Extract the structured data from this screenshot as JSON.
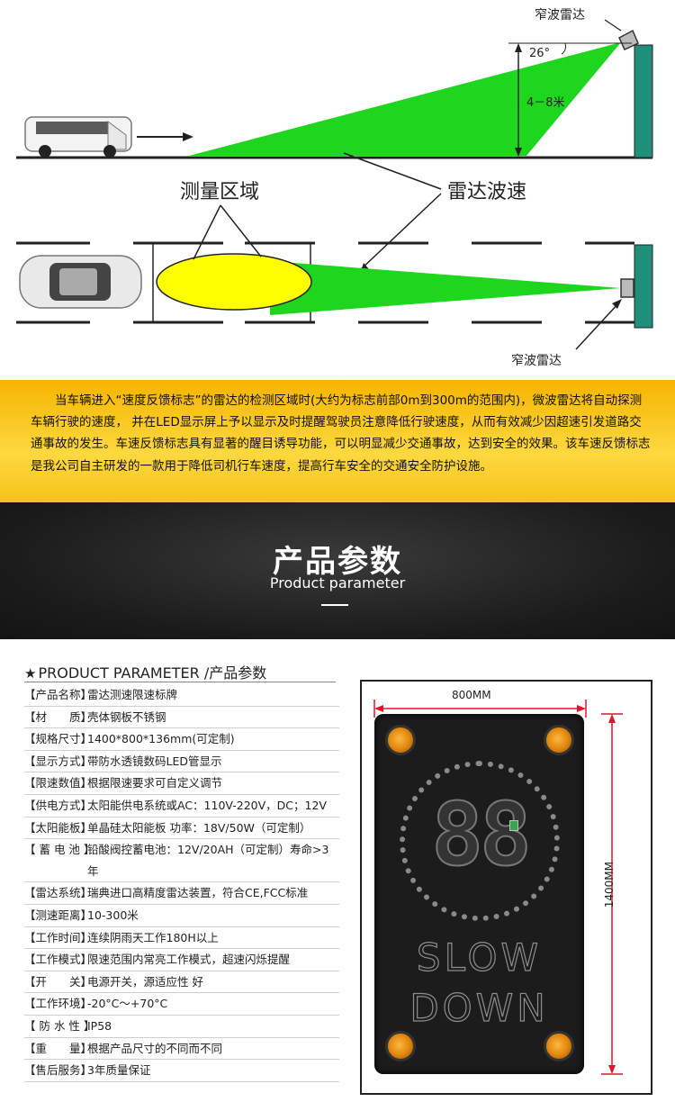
{
  "diagram": {
    "radar_label_top": "窄波雷达",
    "angle_label": "26°",
    "height_label": "4－8米",
    "measure_zone_label": "测量区域",
    "radar_wave_label": "雷达波速",
    "radar_label_bottom": "窄波雷达",
    "colors": {
      "beam": "#1ed61e",
      "zone": "#ffff00",
      "pole": "#1f8f7a"
    }
  },
  "intro": {
    "text": "当车辆进入“速度反馈标志”的雷达的检测区域时(大约为标志前部0m到300m的范围内)，微波雷达将自动探测车辆行驶的速度， 并在LED显示屏上予以显示及时提醒驾驶员注意降低行驶速度，从而有效减少因超速引发道路交通事故的发生。车速反馈标志具有显著的醒目诱导功能，可以明显减少交通事故，达到安全的效果。该车速反馈标志是我公司自主研发的一款用于降低司机行车速度，提高行车安全的交通安全防护设施。"
  },
  "banner": {
    "title": "产品参数",
    "subtitle": "Product parameter"
  },
  "params": {
    "heading_star": "★",
    "heading": "PRODUCT PARAMETER /产品参数",
    "rows": [
      {
        "k": "【产品名称】",
        "v": "雷达测速限速标牌"
      },
      {
        "k": "【材　　质】",
        "v": "壳体钢板不锈钢"
      },
      {
        "k": "【规格尺寸】",
        "v": "1400*800*136mm(可定制)"
      },
      {
        "k": "【显示方式】",
        "v": "带防水透镜数码LED管显示"
      },
      {
        "k": "【限速数值】",
        "v": "根据限速要求可自定义调节"
      },
      {
        "k": "【供电方式】",
        "v": "太阳能供电系统或AC：110V-220V，DC；12V"
      },
      {
        "k": "【太阳能板】",
        "v": "单晶硅太阳能板 功率：18V/50W（可定制）"
      },
      {
        "k": "【 蓄 电 池 】",
        "v": "铅酸阀控蓄电池：12V/20AH（可定制）寿命>3年"
      },
      {
        "k": "【雷达系统】",
        "v": "瑞典进口高精度雷达装置，符合CE,FCC标准"
      },
      {
        "k": "【测速距离】",
        "v": "10-300米"
      },
      {
        "k": "【工作时间】",
        "v": "连续阴雨天工作180H以上"
      },
      {
        "k": "【工作模式】",
        "v": "限速范围内常亮工作模式，超速闪烁提醒"
      },
      {
        "k": "【开　　关】",
        "v": "电源开关，源适应性 好"
      },
      {
        "k": "【工作环境】",
        "v": "-20°C～+70°C"
      },
      {
        "k": "【 防 水 性 】",
        "v": "IP58"
      },
      {
        "k": "【重　　量】",
        "v": "根据产品尺寸的不同而不同"
      },
      {
        "k": "【售后服务】",
        "v": "3年质量保证"
      }
    ]
  },
  "product": {
    "width_label": "800MM",
    "height_label": "1400MM",
    "speed_digits": "88",
    "line1": "SLOW",
    "line2": "DOWN",
    "colors": {
      "dimension": "#e0142a",
      "reflector": "#f39a1e"
    }
  }
}
